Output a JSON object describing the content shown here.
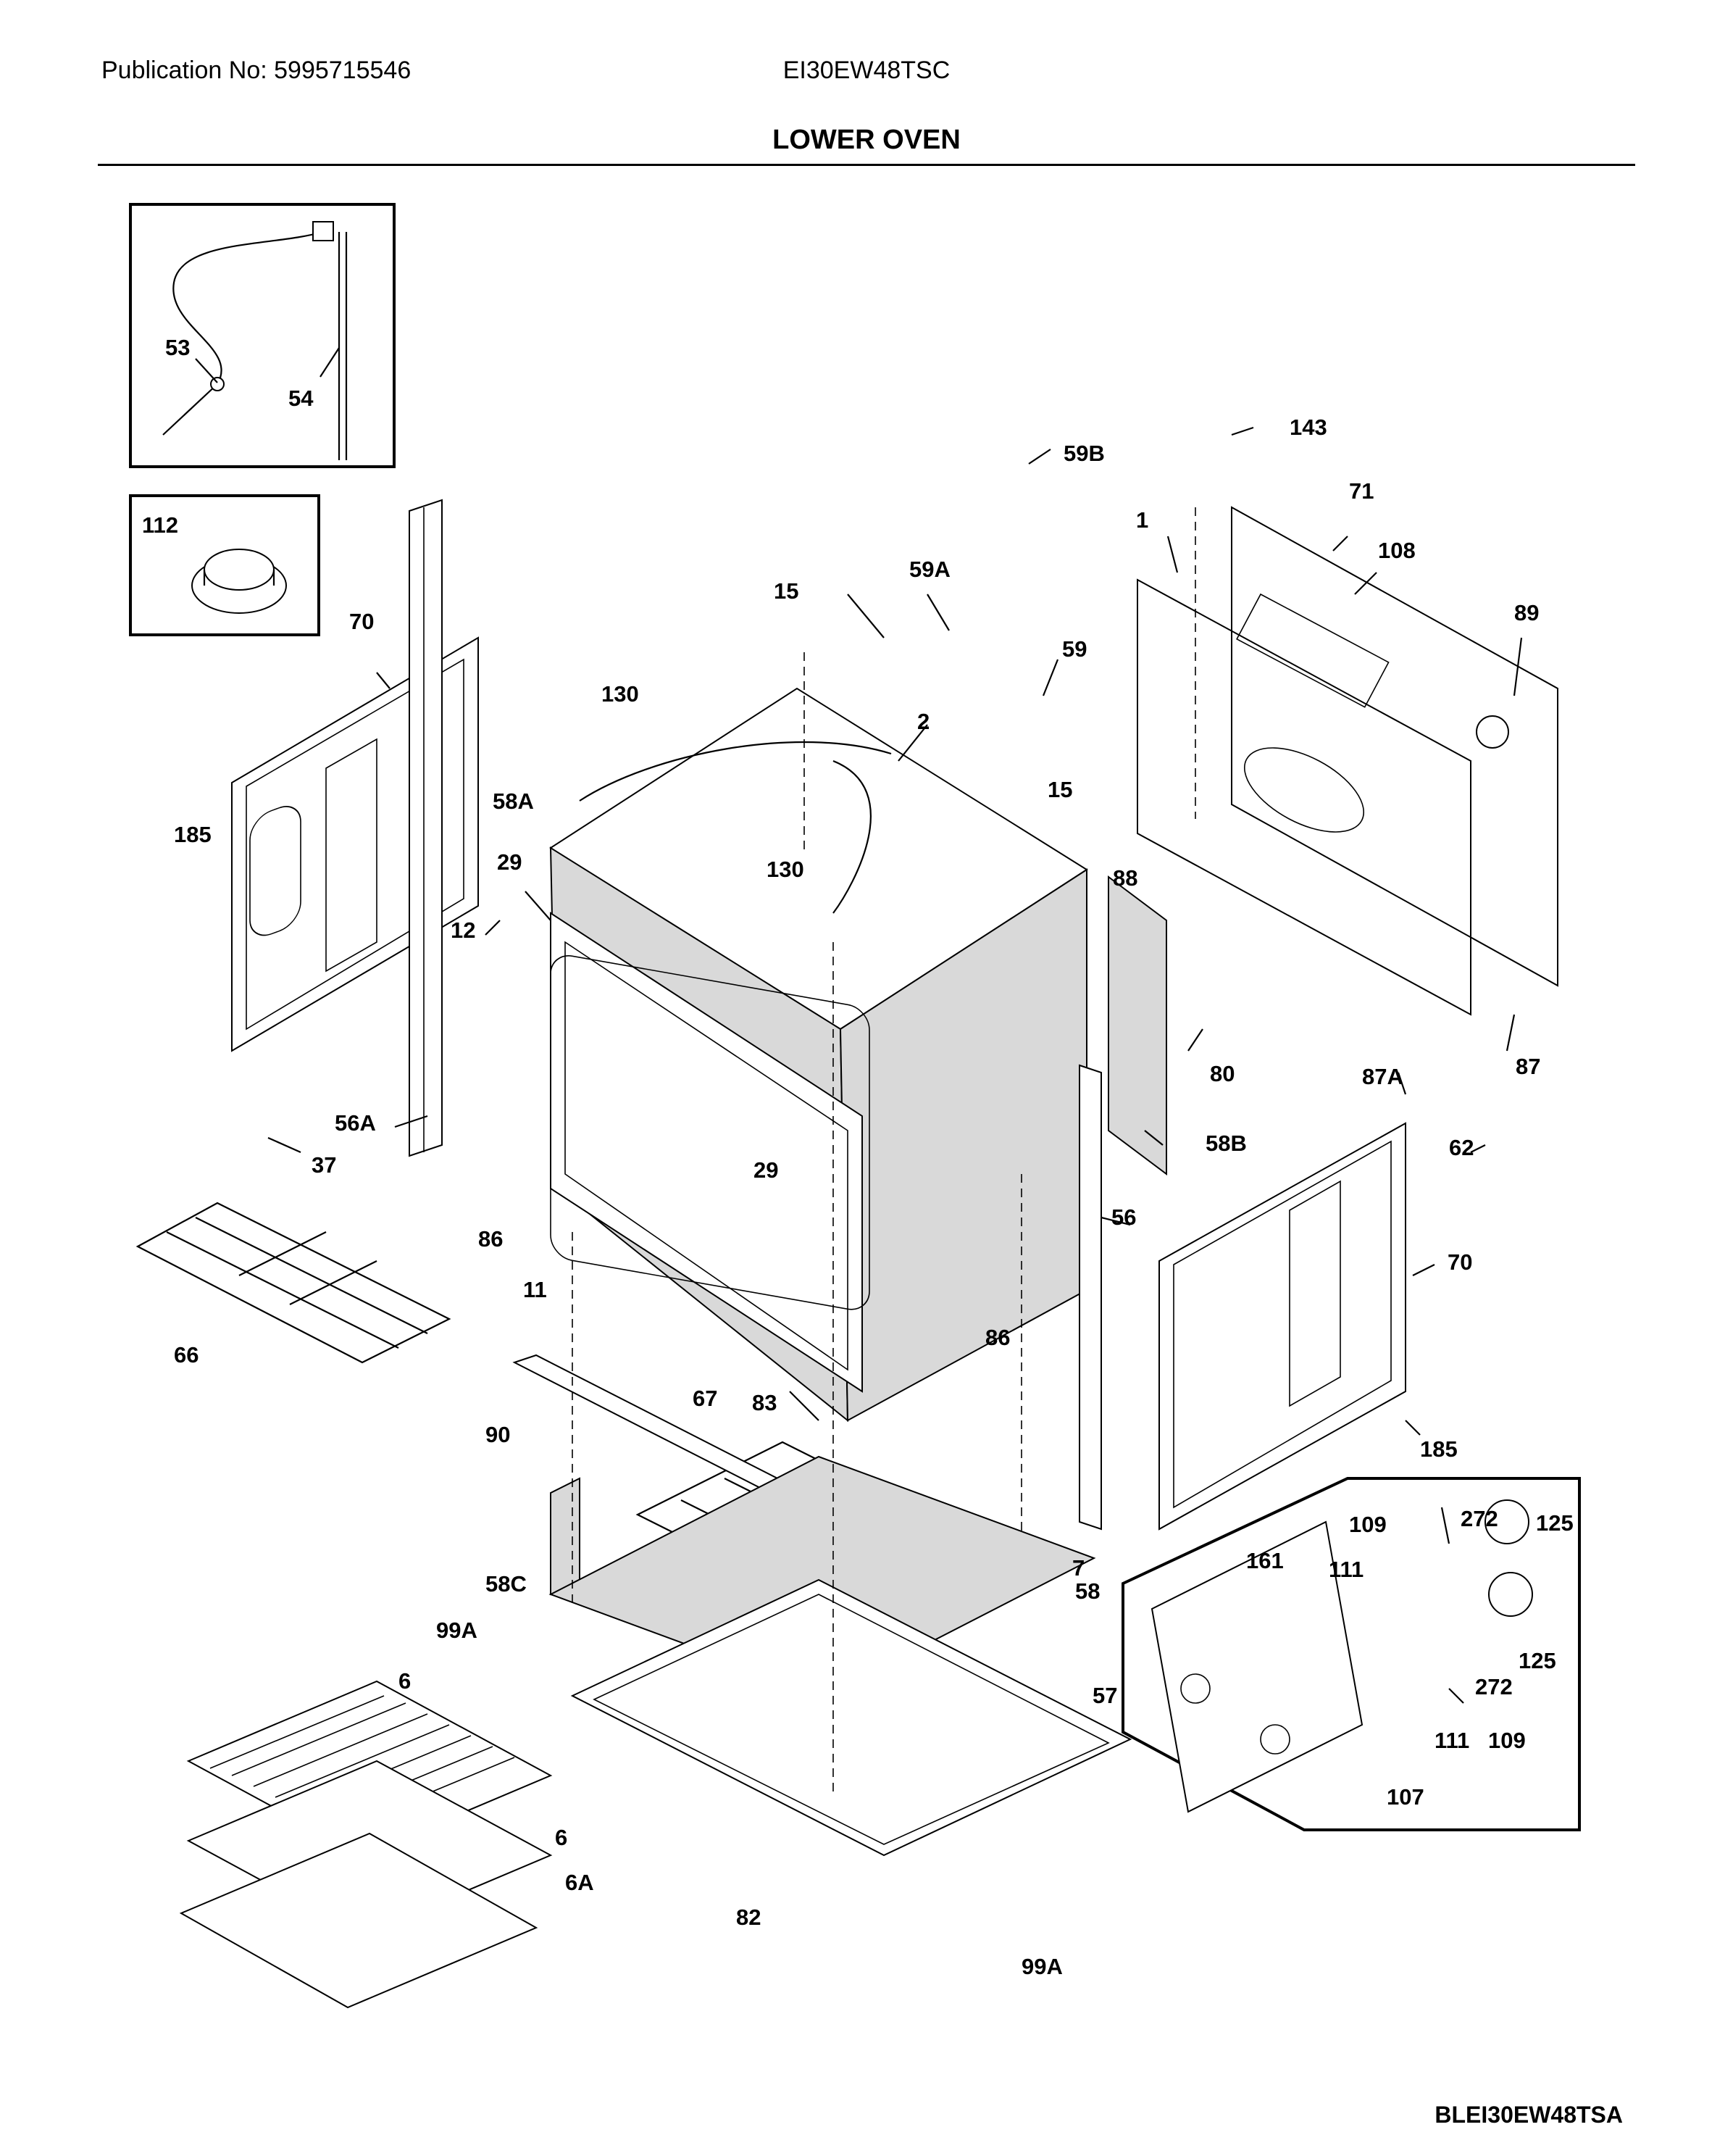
{
  "header": {
    "publication": "Publication No: 5995715546",
    "model": "EI30EW48TSC",
    "title": "LOWER OVEN",
    "drawing_code": "BLEI30EW48TSA"
  },
  "labels": {
    "l53": "53",
    "l54": "54",
    "l112": "112",
    "l70a": "70",
    "l185a": "185",
    "l56A": "56A",
    "l37": "37",
    "l66": "66",
    "l86a": "86",
    "l11": "11",
    "l29a": "29",
    "l12": "12",
    "l58A": "58A",
    "l130a": "130",
    "l15a": "15",
    "l59A": "59A",
    "l59B": "59B",
    "l59": "59",
    "l2": "2",
    "l130b": "130",
    "l15b": "15",
    "l29b": "29",
    "l143": "143",
    "l1": "1",
    "l71": "71",
    "l108": "108",
    "l89": "89",
    "l88": "88",
    "l80": "80",
    "l87A": "87A",
    "l87": "87",
    "l58B": "58B",
    "l62": "62",
    "l56": "56",
    "l70b": "70",
    "l185b": "185",
    "l86b": "86",
    "l90": "90",
    "l67": "67",
    "l83": "83",
    "l7": "7",
    "l58C": "58C",
    "l58": "58",
    "l99Aa": "99A",
    "l57": "57",
    "l6a": "6",
    "l6b": "6",
    "l6A": "6A",
    "l82": "82",
    "l99Ab": "99A",
    "l109a": "109",
    "l272a": "272",
    "l125a": "125",
    "l161": "161",
    "l111a": "111",
    "l125b": "125",
    "l272b": "272",
    "l111b": "111",
    "l109b": "109",
    "l107": "107"
  }
}
